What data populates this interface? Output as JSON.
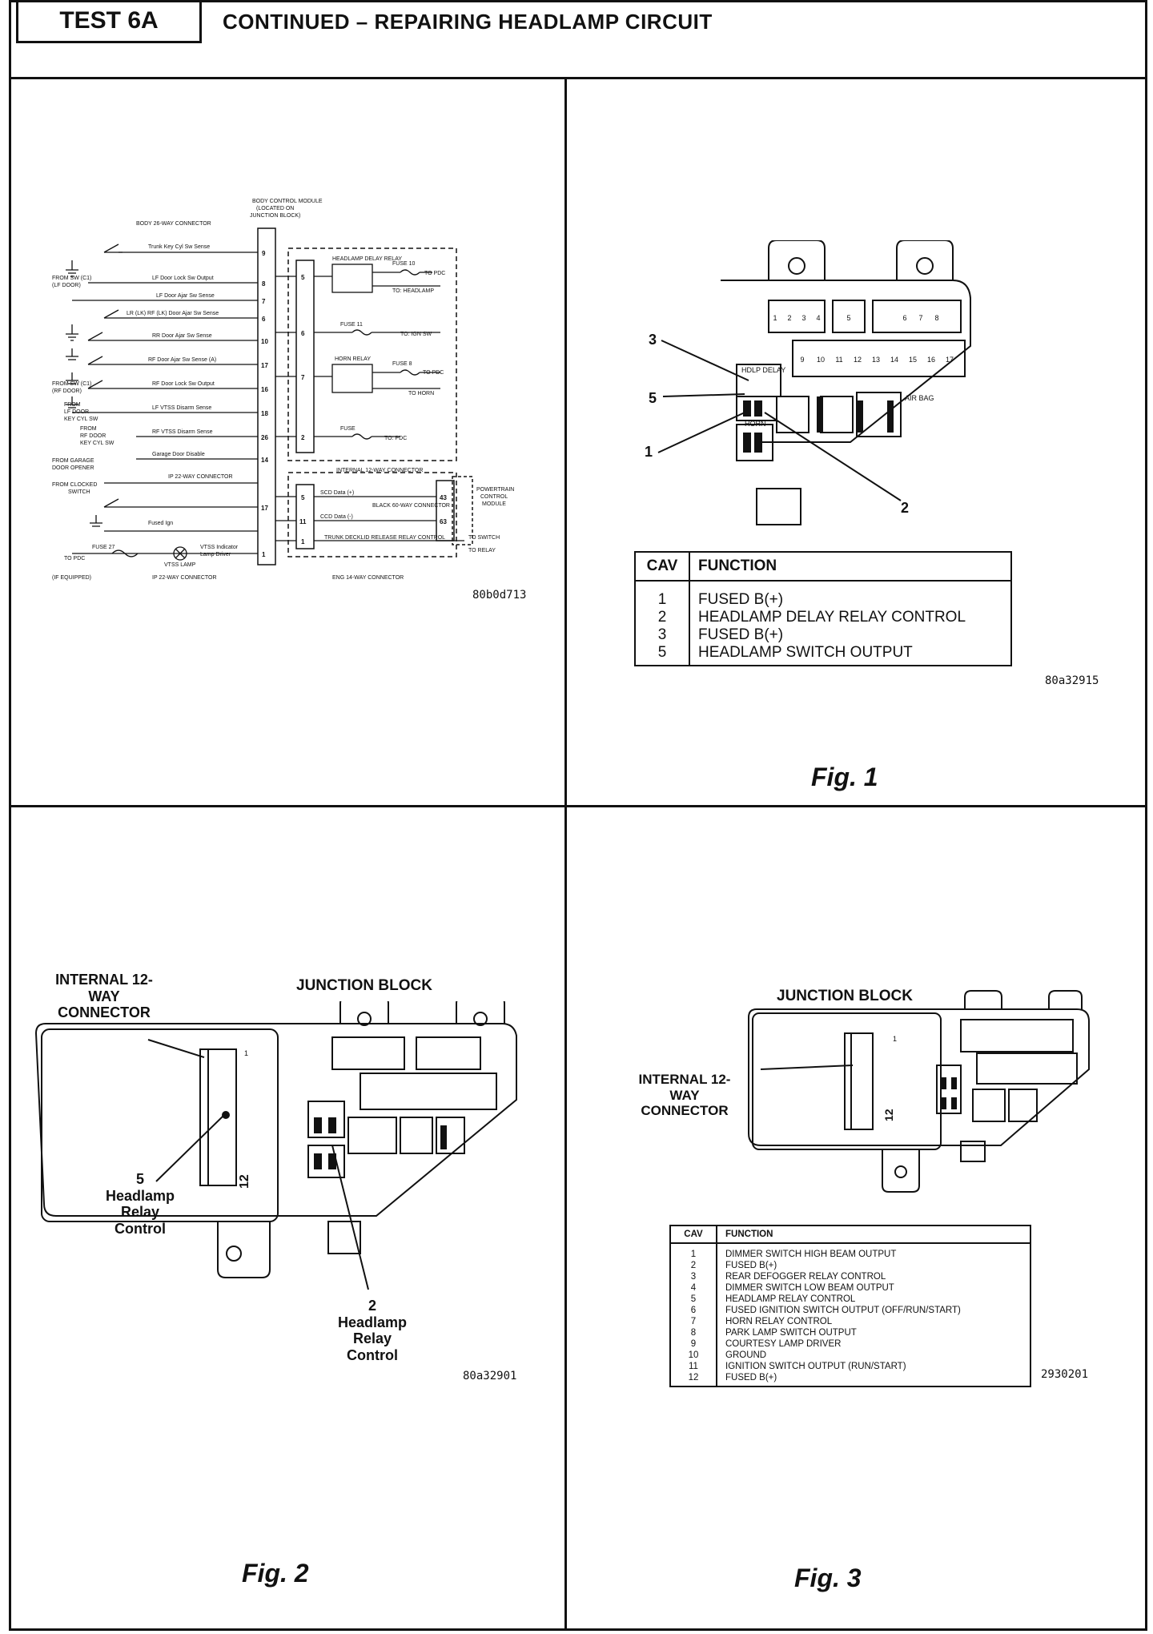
{
  "header": {
    "test_id": "TEST 6A",
    "title": "CONTINUED – REPAIRING HEADLAMP CIRCUIT"
  },
  "wiring_diagram": {
    "part_number": "80b0d713",
    "labels": {
      "bcm": "BODY CONTROL MODULE",
      "bcm_loc": "(LOCATED ON",
      "bcm_loc2": "JUNCTION BLOCK)",
      "conn26": "BODY 26-WAY CONNECTOR",
      "trunk_key": "Trunk Key Cyl Sw Sense",
      "lf_lock": "LF Door Lock Sw Output",
      "lf_ajar": "LF Door Ajar Sw Sense",
      "from_sw_lf": "FROM SW (C1)",
      "lf_door": "(LF DOOR)",
      "lr_rf_ajar": "LR (LK) RF (LK) Door Ajar Sw Sense",
      "rr_ajar": "RR Door Ajar Sw Sense",
      "rf_ajar": "RF Door Ajar Sw Sense (A)",
      "rf_lock": "RF Door Lock Sw Output",
      "from_sw_rf": "FROM SW (C1)",
      "rf_door": "(RF DOOR)",
      "lf_vtss": "LF VTSS Disarm Sense",
      "from_lf": "FROM",
      "lf_door2": "LF DOOR",
      "key_cyl_sw": "KEY CYL SW",
      "rf_vtss": "RF VTSS Disarm Sense",
      "from_rf": "FROM",
      "rf_door2": "RF DOOR",
      "key_cyl_sw2": "KEY CYL SW",
      "garage": "Garage Door Disable",
      "from_garage": "FROM GARAGE",
      "door_opener": "DOOR OPENER",
      "from_clocked": "FROM CLOCKED",
      "switch": "SWITCH",
      "ip_conn": "IP 22-WAY CONNECTOR",
      "fused_ign": "Fused Ign",
      "vtss_ind": "VTSS Indicator",
      "lamp_driver": "Lamp Driver",
      "vtss_lamp": "VTSS LAMP",
      "if_equipped": "(IF EQUIPPED)",
      "ip_conn2": "IP 22-WAY CONNECTOR",
      "to_pdc": "TO PDC",
      "fuse_27": "FUSE 27",
      "eng_conn": "ENG 14-WAY CONNECTOR",
      "hl_delay": "HEADLAMP DELAY RELAY",
      "fuse10": "FUSE 10",
      "to_pdc2": "TO PDC",
      "to_headlamp": "TO: HEADLAMP",
      "fuse11": "FUSE 11",
      "to_ign_sw": "TO: IGN SW",
      "horn_relay": "HORN RELAY",
      "fuse8": "FUSE 8",
      "to_pdc3": "TO PDC",
      "to_horn": "TO HORN",
      "fuse": "FUSE",
      "to_pdc4": "TO: PDC",
      "internal_12": "INTERNAL 12-WAY CONNECTOR",
      "sgd_data": "SCD Data (+)",
      "ccd_data": "CCD Data (-)",
      "pcm_conn": "BLACK 60-WAY CONNECTOR",
      "powertrain": "POWERTRAIN",
      "control": "CONTROL",
      "module": "MODULE",
      "trunk_relay": "TRUNK DECKLID RELEASE RELAY CONTROL",
      "to_switch": "TO SWITCH",
      "to_relay": "TO RELAY"
    },
    "pins_left": [
      "9",
      "8",
      "7",
      "6",
      "10",
      "17",
      "16",
      "18",
      "26",
      "14",
      "17",
      "1"
    ],
    "pins_right": [
      "5",
      "6",
      "7",
      "2"
    ],
    "pins_lower": [
      "5",
      "11",
      "1"
    ],
    "pcm_pins": [
      "43",
      "63"
    ]
  },
  "fig1": {
    "caption": "Fig. 1",
    "part_number": "80a32915",
    "callouts": [
      "3",
      "5",
      "1",
      "2"
    ],
    "labels": {
      "air_bag": "AIR BAG",
      "hdlp_delay": "HDLP DELAY",
      "horn": "HORN"
    },
    "fuse_numbers_top": [
      "1",
      "2",
      "3",
      "4",
      "5",
      "6",
      "7",
      "8"
    ],
    "fuse_numbers_bottom": [
      "9",
      "10",
      "11",
      "12",
      "13",
      "14",
      "15",
      "16",
      "17"
    ],
    "table": {
      "headers": [
        "CAV",
        "FUNCTION"
      ],
      "rows": [
        {
          "cav": "1",
          "function": "FUSED B(+)"
        },
        {
          "cav": "2",
          "function": "HEADLAMP DELAY RELAY CONTROL"
        },
        {
          "cav": "3",
          "function": "FUSED B(+)"
        },
        {
          "cav": "5",
          "function": "HEADLAMP SWITCH OUTPUT"
        }
      ]
    }
  },
  "fig2": {
    "caption": "Fig. 2",
    "part_number": "80a32901",
    "internal_label": "INTERNAL 12-WAY CONNECTOR",
    "junction_label": "JUNCTION BLOCK",
    "callout_5": [
      "5",
      "Headlamp",
      "Relay",
      "Control"
    ],
    "callout_2": [
      "2",
      "Headlamp",
      "Relay",
      "Control"
    ],
    "pin_1": "1",
    "pin_12": "12"
  },
  "fig3": {
    "caption": "Fig. 3",
    "part_number": "2930201",
    "junction_label": "JUNCTION BLOCK",
    "internal_label": "INTERNAL 12-WAY CONNECTOR",
    "pin_1": "1",
    "pin_12": "12",
    "table": {
      "headers": [
        "CAV",
        "FUNCTION"
      ],
      "rows": [
        {
          "cav": "1",
          "function": "DIMMER SWITCH HIGH BEAM OUTPUT"
        },
        {
          "cav": "2",
          "function": "FUSED B(+)"
        },
        {
          "cav": "3",
          "function": "REAR DEFOGGER RELAY CONTROL"
        },
        {
          "cav": "4",
          "function": "DIMMER SWITCH LOW BEAM OUTPUT"
        },
        {
          "cav": "5",
          "function": "HEADLAMP RELAY CONTROL"
        },
        {
          "cav": "6",
          "function": "FUSED IGNITION SWITCH OUTPUT (OFF/RUN/START)"
        },
        {
          "cav": "7",
          "function": "HORN RELAY CONTROL"
        },
        {
          "cav": "8",
          "function": "PARK LAMP SWITCH OUTPUT"
        },
        {
          "cav": "9",
          "function": "COURTESY LAMP DRIVER"
        },
        {
          "cav": "10",
          "function": "GROUND"
        },
        {
          "cav": "11",
          "function": "IGNITION SWITCH OUTPUT (RUN/START)"
        },
        {
          "cav": "12",
          "function": "FUSED B(+)"
        }
      ]
    }
  }
}
